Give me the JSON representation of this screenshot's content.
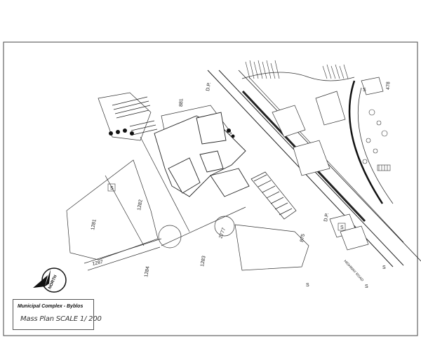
{
  "title_block": {
    "project": "Municipal Complex - Byblos",
    "subtitle": "Mass Plan SCALE 1/ 200"
  },
  "north_label": "NORTH",
  "parcels": {
    "p881": "881",
    "p1282": "1282",
    "p1281": "1281",
    "p1287": "1287",
    "p1284": "1284",
    "p1283": "1283",
    "p2777": "2777",
    "p875": "875",
    "p478": "478"
  },
  "road_labels": {
    "dp_top": "D.P.",
    "dp_mid": "D.P.",
    "road_name": "HIGHWAY ROAD"
  },
  "markers": {
    "s1": "S",
    "s2": "S",
    "s3": "S",
    "s4": "S",
    "s5": "S",
    "s6": "S"
  }
}
